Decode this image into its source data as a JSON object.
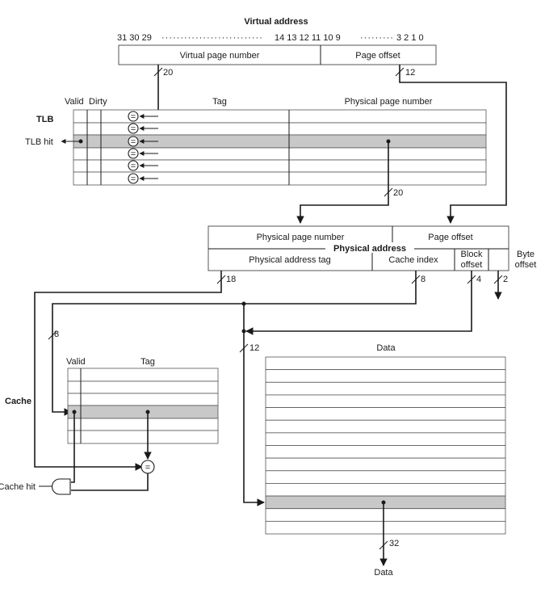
{
  "virtual_address": {
    "title": "Virtual address",
    "bits_left": "31 30 29",
    "bits_mid": "14 13 12 11 10 9",
    "bits_right": "3 2 1 0",
    "vpn_label": "Virtual page number",
    "offset_label": "Page offset",
    "vpn_width": "20",
    "offset_width": "12"
  },
  "tlb": {
    "title": "TLB",
    "valid_header": "Valid",
    "dirty_header": "Dirty",
    "tag_header": "Tag",
    "ppn_header": "Physical page number",
    "hit_label": "TLB hit",
    "compare_symbol": "=",
    "ppn_width": "20"
  },
  "physical_address": {
    "title": "Physical address",
    "ppn_label": "Physical page number",
    "offset_label": "Page offset",
    "tag_label": "Physical address tag",
    "index_label": "Cache index",
    "block_offset_label_1": "Block",
    "block_offset_label_2": "offset",
    "byte_offset_label_1": "Byte",
    "byte_offset_label_2": "offset",
    "tag_width": "18",
    "index_width": "8",
    "block_offset_width": "4",
    "byte_offset_width": "2"
  },
  "cache": {
    "title": "Cache",
    "valid_header": "Valid",
    "tag_header": "Tag",
    "data_header": "Data",
    "index_wire_width": "8",
    "data_select_width": "12",
    "compare_symbol": "=",
    "hit_label": "Cache hit",
    "data_width": "32",
    "data_out_label": "Data"
  }
}
